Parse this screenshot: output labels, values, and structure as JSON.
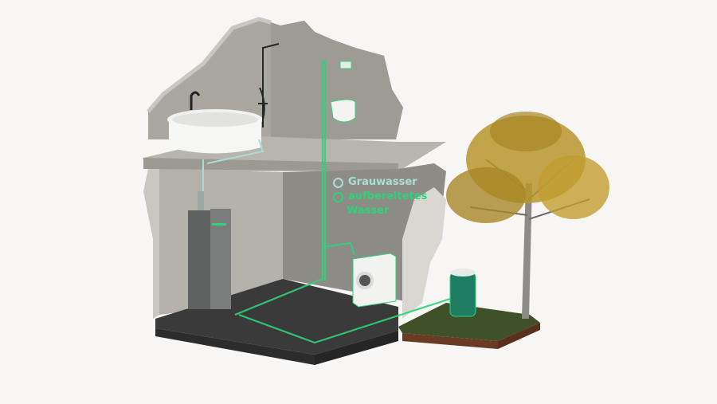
{
  "diagram": {
    "subject": "Greywater recycling system in a house cutaway",
    "colors": {
      "background": "#f7f6f5",
      "wall": "#a9a79f",
      "wall_edge": "#c9c7c1",
      "wall_dark": "#8f8d87",
      "floor": "#3a3a3a",
      "floor_edge": "#2c2c2c",
      "greywater": "#a8ded6",
      "treated_water": "#2fd27a",
      "unit": "#6d6e6e",
      "tank": "#1f7d63",
      "grass": "#3e5128",
      "soil": "#6b3a22",
      "foliage": "#b8952c",
      "trunk": "#8d8c88"
    },
    "legend": {
      "items": [
        {
          "label": "Grauwasser",
          "color": "#a8ded6"
        },
        {
          "label_line1": "aufbereitetes",
          "label_line2": "Wasser",
          "color": "#2fd27a"
        }
      ]
    },
    "objects": [
      "bathtub",
      "shower",
      "toilet",
      "flush-plate",
      "recycling-unit",
      "washing-machine",
      "rain-barrel",
      "tree",
      "lawn"
    ]
  }
}
